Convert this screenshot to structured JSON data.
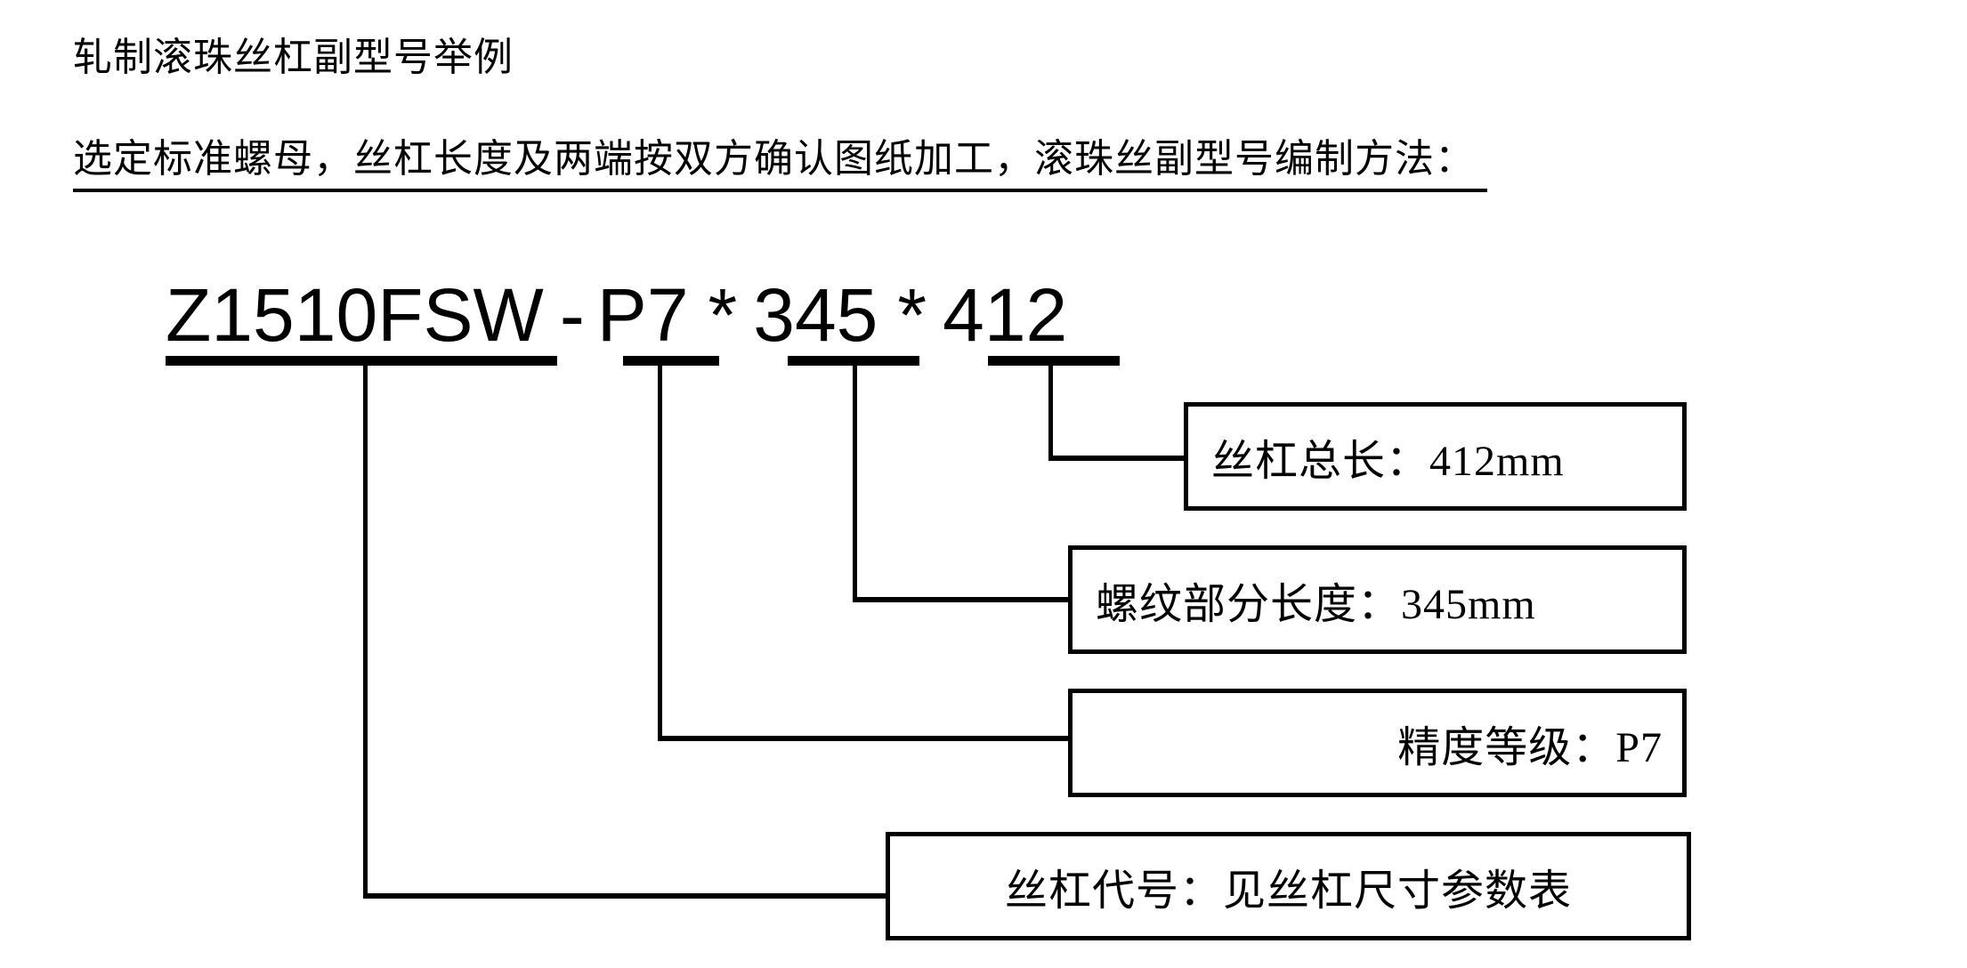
{
  "document": {
    "title_line": "轧制滚珠丝杠副型号举例",
    "subtitle_line": "选定标准螺母，丝杠长度及两端按双方确认图纸加工，滚珠丝副型号编制方法："
  },
  "part_number": {
    "full": "Z1510FSW - P7 * 345 * 412",
    "segments": [
      {
        "key": "screw_code",
        "text": "Z1510FSW"
      },
      {
        "key": "precision",
        "text": "P7"
      },
      {
        "key": "thread_length",
        "text": "345"
      },
      {
        "key": "total_length",
        "text": "412"
      }
    ],
    "separator_dash": "-",
    "separator_star": "*"
  },
  "callouts": [
    {
      "key": "total_length",
      "label": "丝杠总长",
      "value": "412mm",
      "text": "丝杠总长：412mm",
      "align": "left"
    },
    {
      "key": "thread_length",
      "label": "螺纹部分长度",
      "value": "345mm",
      "text": "螺纹部分长度：345mm",
      "align": "left"
    },
    {
      "key": "precision",
      "label": "精度等级",
      "value": "P7",
      "text": "精度等级：P7",
      "align": "right"
    },
    {
      "key": "screw_code",
      "label": "丝杠代号",
      "value": "见丝杠尺寸参数表",
      "text": "丝杠代号：见丝杠尺寸参数表",
      "align": "center"
    }
  ],
  "colors": {
    "ink": "#000000",
    "paper": "#ffffff"
  }
}
